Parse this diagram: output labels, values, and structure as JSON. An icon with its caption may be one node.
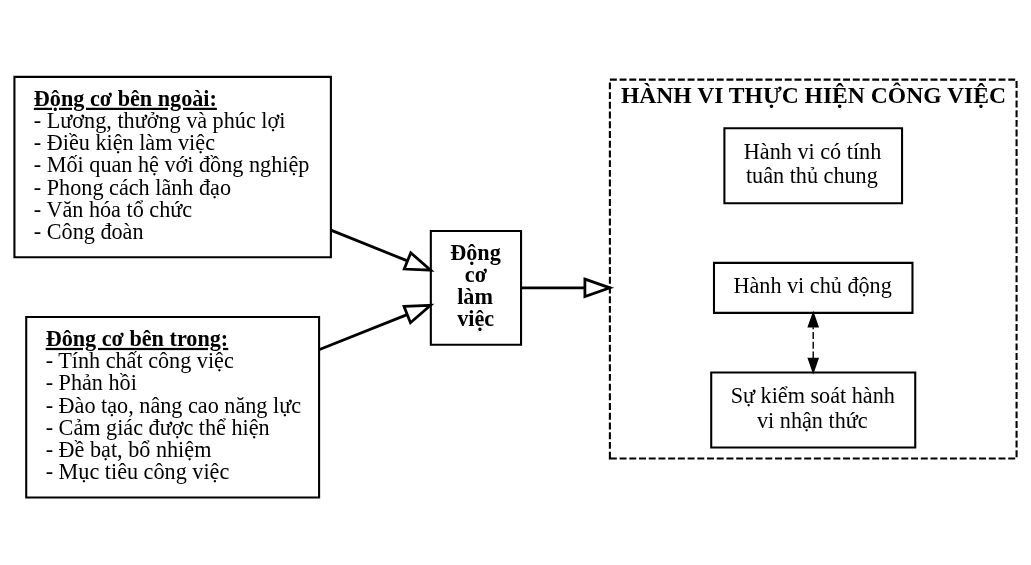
{
  "diagram": {
    "nodes": [
      {
        "text": [
          "Động cơ bên ngoài:",
          "- Lương, thưởng và phúc lợi",
          "- Điều kiện làm việc",
          "- Mối quan hệ với đồng nghiệp",
          "- Phong cách lãnh đạo",
          "- Văn hóa tổ chức",
          "- Công đoàn"
        ]
      },
      {
        "text": [
          "Đông cơ bên trong:",
          "- Tính chất công việc",
          "- Phản hồi",
          "- Đào tạo, nâng cao năng lực",
          "- Cảm giác được thể hiện",
          "- Đề bạt, bổ nhiệm",
          "- Mục tiêu công việc"
        ]
      },
      {
        "text": [
          "Động cơ làm việc"
        ]
      },
      {
        "text": [
          "HÀNH VI THỰC HIỆN CÔNG VIỆC"
        ]
      },
      {
        "text": [
          "Hành vi có tính tuân thủ chung"
        ],
        "in": 3
      },
      {
        "text": [
          "Hành vi chủ động"
        ],
        "in": 3
      },
      {
        "text": [
          "Sự kiểm soát hành vi nhận thức"
        ],
        "in": 3
      }
    ],
    "edges": [
      {
        "from": 0,
        "to": 2,
        "arrow": "to"
      },
      {
        "from": 1,
        "to": 2,
        "arrow": "to"
      },
      {
        "from": 2,
        "to": 3,
        "arrow": "to"
      },
      {
        "from": 5,
        "to": 6,
        "arrow": "both",
        "style": "dashed"
      }
    ]
  }
}
